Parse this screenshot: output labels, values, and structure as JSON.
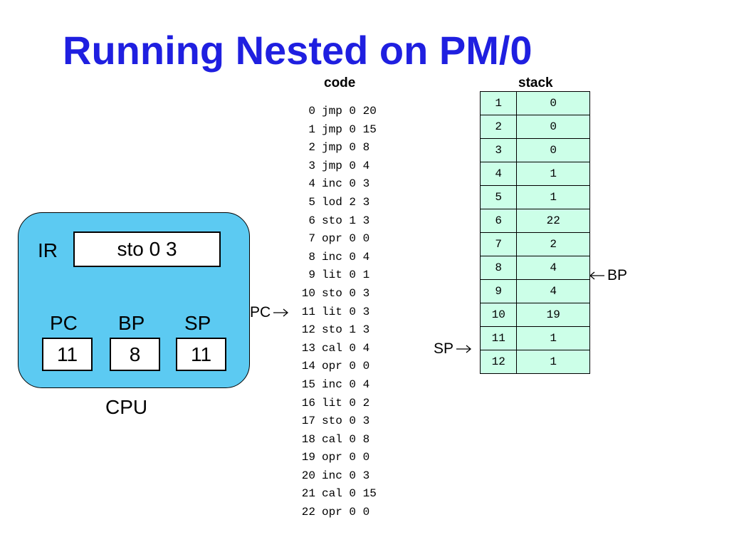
{
  "title": "Running Nested on PM/0",
  "code": {
    "heading": "code",
    "lines": [
      {
        "addr": "0",
        "instr": "jmp 0 20"
      },
      {
        "addr": "1",
        "instr": "jmp 0 15"
      },
      {
        "addr": "2",
        "instr": "jmp 0 8"
      },
      {
        "addr": "3",
        "instr": "jmp 0 4"
      },
      {
        "addr": "4",
        "instr": "inc 0 3"
      },
      {
        "addr": "5",
        "instr": "lod 2 3"
      },
      {
        "addr": "6",
        "instr": "sto 1 3"
      },
      {
        "addr": "7",
        "instr": "opr 0 0"
      },
      {
        "addr": "8",
        "instr": "inc 0 4"
      },
      {
        "addr": "9",
        "instr": "lit 0 1"
      },
      {
        "addr": "10",
        "instr": "sto 0 3"
      },
      {
        "addr": "11",
        "instr": "lit 0 3"
      },
      {
        "addr": "12",
        "instr": "sto 1 3"
      },
      {
        "addr": "13",
        "instr": "cal 0 4"
      },
      {
        "addr": "14",
        "instr": "opr 0 0"
      },
      {
        "addr": "15",
        "instr": "inc 0 4"
      },
      {
        "addr": "16",
        "instr": "lit 0 2"
      },
      {
        "addr": "17",
        "instr": "sto 0 3"
      },
      {
        "addr": "18",
        "instr": "cal 0 8"
      },
      {
        "addr": "19",
        "instr": "opr 0 0"
      },
      {
        "addr": "20",
        "instr": "inc 0 3"
      },
      {
        "addr": "21",
        "instr": "cal 0 15"
      },
      {
        "addr": "22",
        "instr": "opr 0 0"
      }
    ]
  },
  "stack": {
    "heading": "stack",
    "rows": [
      {
        "index": "1",
        "value": "0"
      },
      {
        "index": "2",
        "value": "0"
      },
      {
        "index": "3",
        "value": "0"
      },
      {
        "index": "4",
        "value": "1"
      },
      {
        "index": "5",
        "value": "1"
      },
      {
        "index": "6",
        "value": "22"
      },
      {
        "index": "7",
        "value": "2"
      },
      {
        "index": "8",
        "value": "4"
      },
      {
        "index": "9",
        "value": "4"
      },
      {
        "index": "10",
        "value": "19"
      },
      {
        "index": "11",
        "value": "1"
      },
      {
        "index": "12",
        "value": "1"
      }
    ]
  },
  "pointers": {
    "pc_label": "PC",
    "sp_label": "SP",
    "bp_label": "BP",
    "arrow_icon": "arrow-right-icon"
  },
  "cpu": {
    "caption": "CPU",
    "ir_label": "IR",
    "ir_value": "sto 0 3",
    "pc_label": "PC",
    "pc_value": "11",
    "bp_label": "BP",
    "bp_value": "8",
    "sp_label": "SP",
    "sp_value": "11"
  },
  "colors": {
    "title": "#1f1fe0",
    "cpu_fill": "#5ccaf2",
    "stack_fill": "#ccffe8"
  }
}
